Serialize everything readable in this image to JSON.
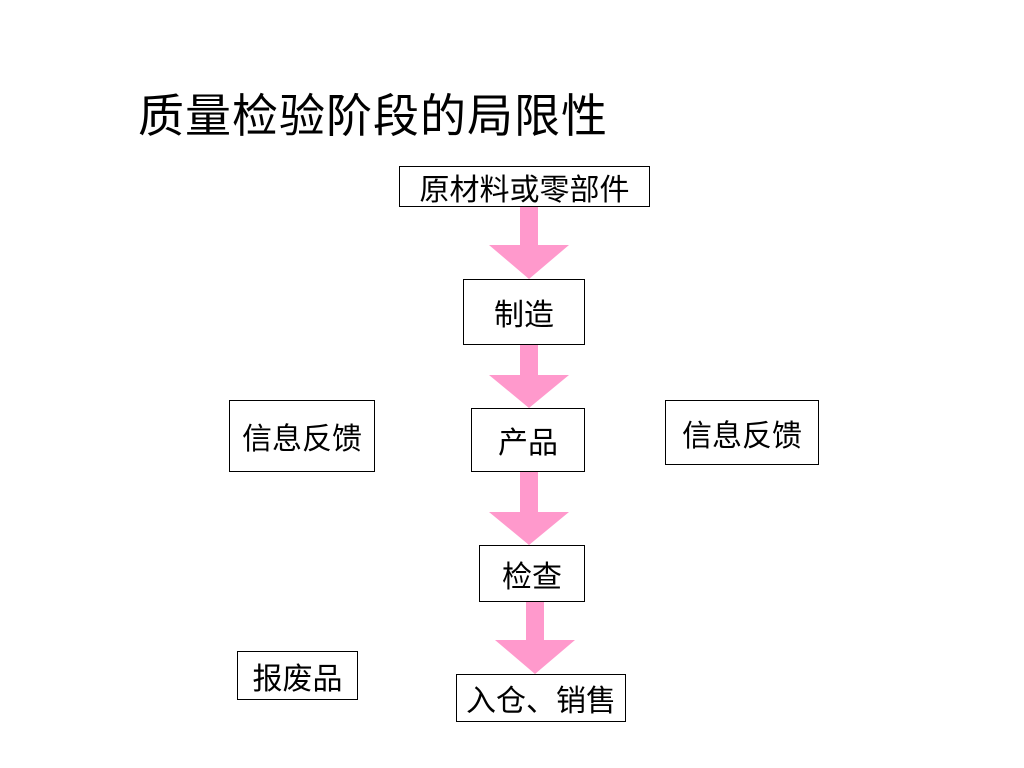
{
  "title": "质量检验阶段的局限性",
  "accent_color": "#ff99cc",
  "flow": {
    "raw": "原材料或零部件",
    "make": "制造",
    "product": "产品",
    "inspect": "检查",
    "store_sell": "入仓、销售"
  },
  "side": {
    "feedback_left": "信息反馈",
    "feedback_right": "信息反馈",
    "scrap": "报废品"
  }
}
